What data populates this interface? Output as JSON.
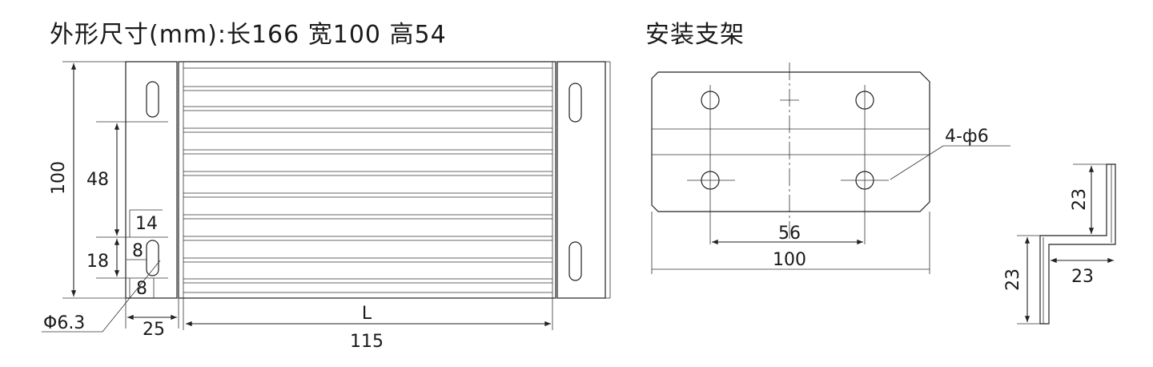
{
  "titles": {
    "left": "外形尺寸(mm):长166 宽100 高54",
    "right": "安装支架"
  },
  "left_drawing": {
    "dim_100": "100",
    "dim_48": "48",
    "dim_14": "14",
    "dim_18": "18",
    "dim_8_upper": "8",
    "dim_8_lower": "8",
    "dim_phi": "Φ6.3",
    "dim_25": "25",
    "dim_L": "L",
    "dim_115": "115"
  },
  "right_drawing": {
    "holes": "4-ф6",
    "dim_56": "56",
    "dim_100": "100"
  },
  "bracket_side": {
    "dim_23_top": "23",
    "dim_23_mid": "23",
    "dim_23_bottom": "23"
  }
}
